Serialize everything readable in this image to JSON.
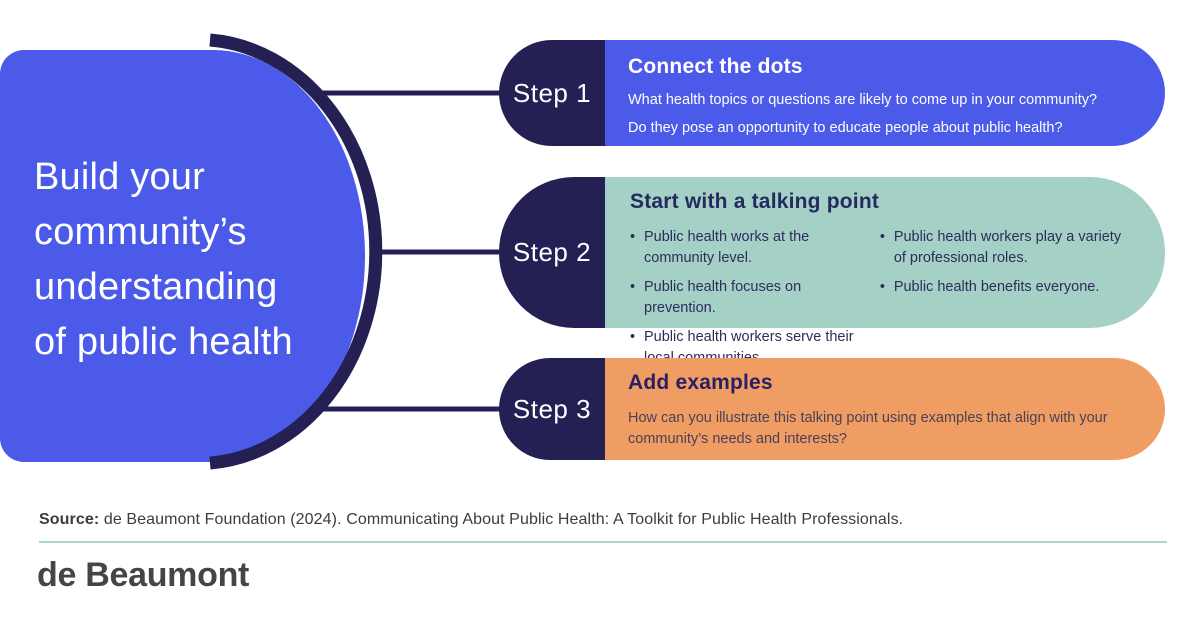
{
  "headline": {
    "text": "Build your\ncommunity’s\nunderstanding\nof public health"
  },
  "steps": [
    {
      "label": "Step 1",
      "title": "Connect the dots",
      "paragraphs": [
        "What health topics or questions are likely to come up in your community?",
        "Do they pose an opportunity to educate people about public health?"
      ]
    },
    {
      "label": "Step 2",
      "title": "Start with a talking point",
      "columns": [
        {
          "items": [
            "Public health works at the community level.",
            "Public health focuses on prevention.",
            "Public health workers serve their local communities."
          ]
        },
        {
          "items": [
            "Public health workers play a variety of professional roles.",
            "Public health benefits everyone."
          ]
        }
      ]
    },
    {
      "label": "Step 3",
      "title": "Add examples",
      "paragraphs": [
        "How can you illustrate this talking point using examples that align with your community’s needs and interests?"
      ]
    }
  ],
  "footer": {
    "source_label": "Source:",
    "source_text": " de Beaumont Foundation (2024). Communicating About Public Health: A Toolkit for Public Health Professionals.",
    "logo": "de Beaumont"
  },
  "colors": {
    "blue": "#4b5ae8",
    "navy": "#252054",
    "teal": "#a5d0c6",
    "orange": "#f09d64",
    "divider": "#a9d6cb",
    "logo_gray": "#454545"
  }
}
